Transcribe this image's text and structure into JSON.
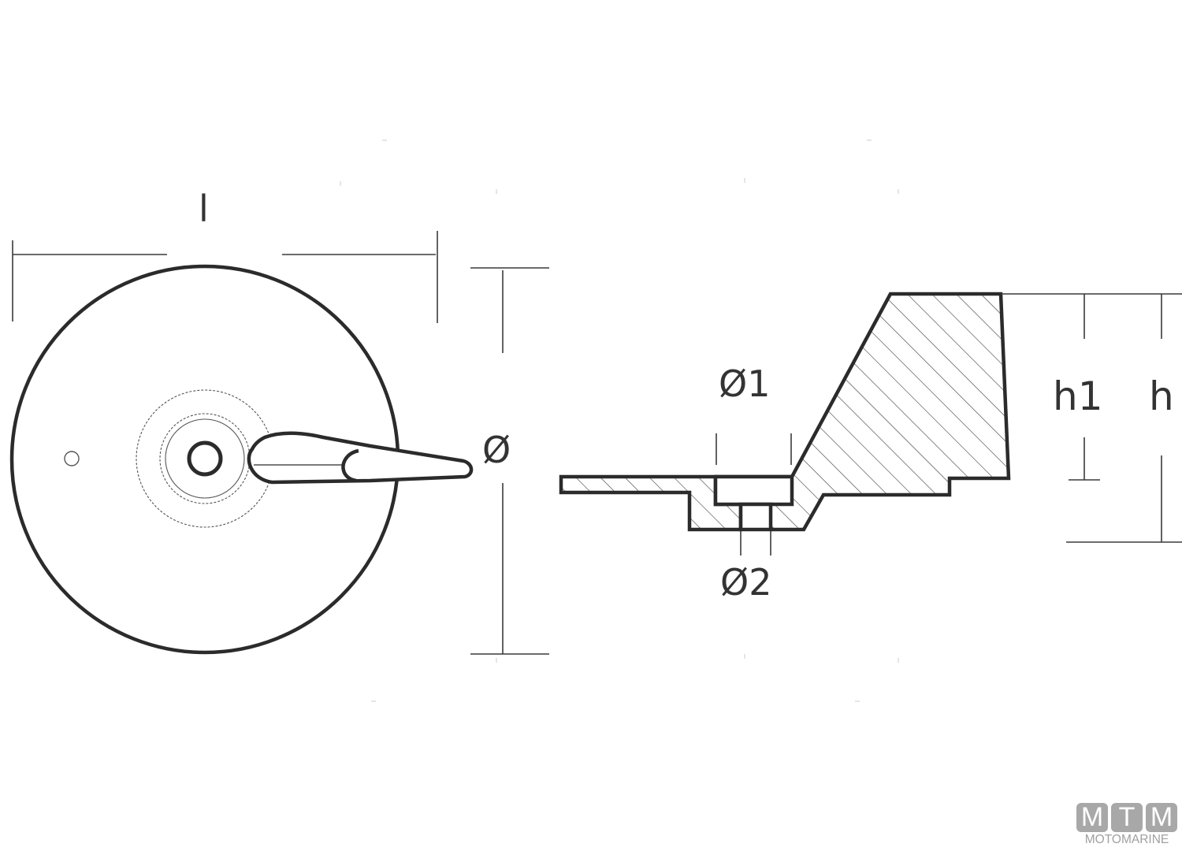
{
  "diagram": {
    "type": "technical-drawing",
    "subject": "outboard trim tab anode",
    "views": [
      "front view",
      "cross-section side view"
    ],
    "labels": {
      "length": "l",
      "diameter": "Ø",
      "diameter_1": "Ø1",
      "diameter_2": "Ø2",
      "height_1": "h1",
      "height": "h"
    }
  },
  "logo": {
    "letters": [
      "M",
      "T",
      "M"
    ],
    "name": "MOTOMARINE",
    "color": "#a8a8a8"
  },
  "colors": {
    "line": "#2b2b2b",
    "background": "#ffffff"
  }
}
